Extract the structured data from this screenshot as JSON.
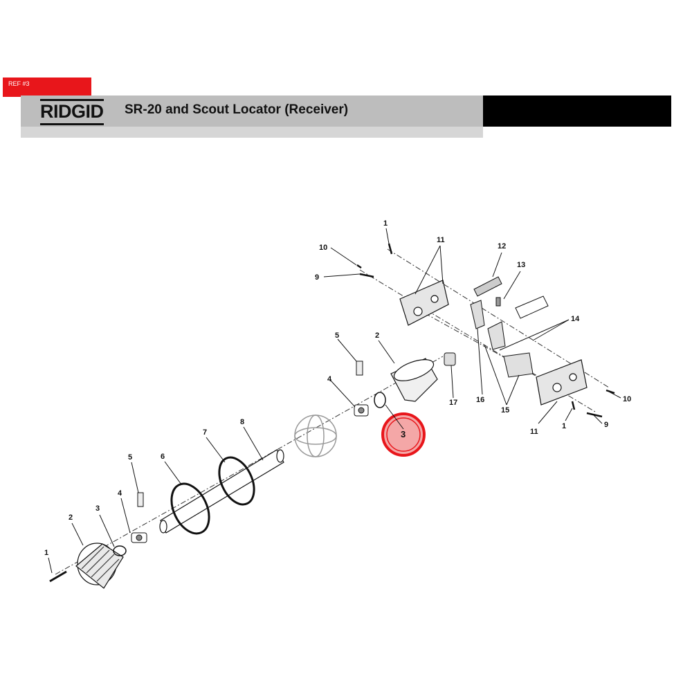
{
  "ref_tag": "REF #3",
  "header": {
    "brand": "RIDGID",
    "title": "SR-20 and Scout Locator (Receiver)"
  },
  "colors": {
    "accent_red": "#e8161b",
    "header_gray": "#bdbdbd",
    "highlight_fill": "#f4a7a7"
  },
  "callouts": {
    "c1_top": "1",
    "c11_top": "11",
    "c10_top": "10",
    "c9_top": "9",
    "c12": "12",
    "c13": "13",
    "c14": "14",
    "c5_mid": "5",
    "c2_mid": "2",
    "c4_mid": "4",
    "c17": "17",
    "c16": "16",
    "c15": "15",
    "c10_right": "10",
    "c11_right": "11",
    "c1_right": "1",
    "c9_right": "9",
    "c8": "8",
    "c7": "7",
    "c6": "6",
    "c5_low": "5",
    "c4_low": "4",
    "c3_low": "3",
    "c2_low": "2",
    "c1_low": "1",
    "c3_highlight": "3"
  }
}
